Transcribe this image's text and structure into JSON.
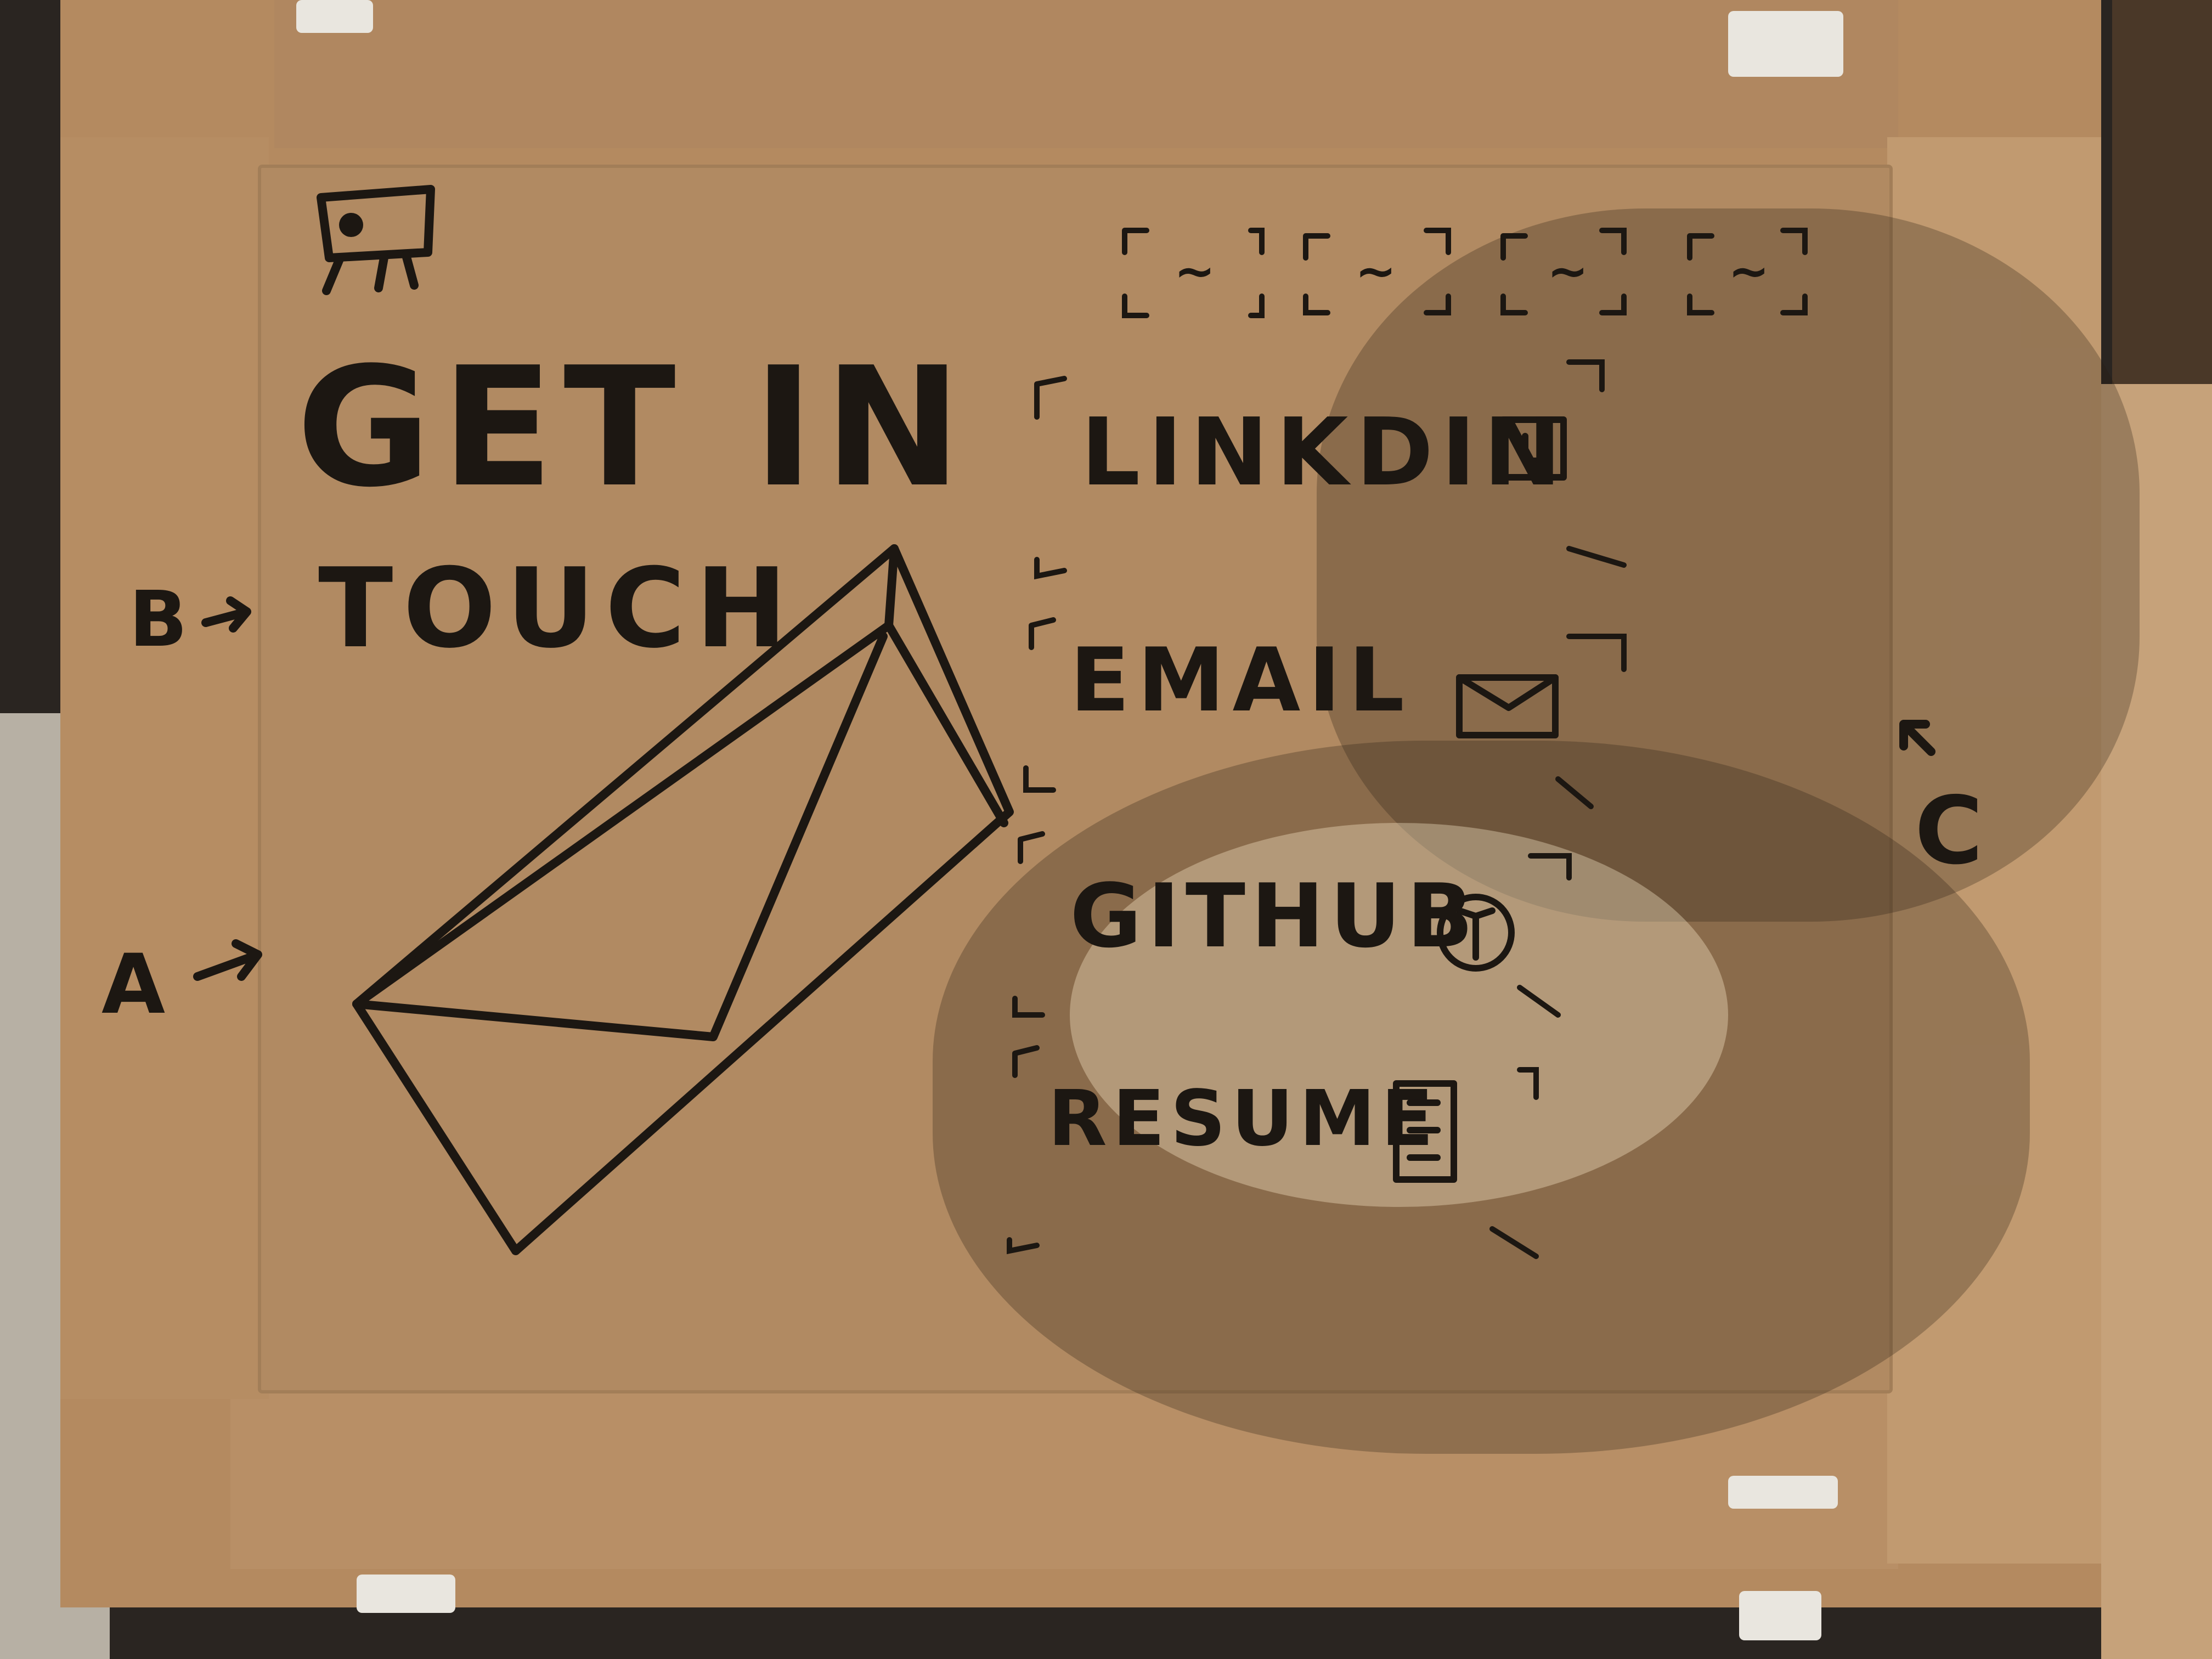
{
  "sketch": {
    "heading_line1": "GET IN",
    "heading_line2": "TOUCH",
    "annotations": {
      "a": "A",
      "b": "B",
      "c": "C"
    },
    "nav_boxes": [
      "~",
      "~",
      "~",
      "~"
    ],
    "contact_items": [
      {
        "label": "LINKDIN",
        "icon": "linkedin-icon"
      },
      {
        "label": "EMAIL",
        "icon": "envelope-icon"
      },
      {
        "label": "GITHUB",
        "icon": "github-icon"
      },
      {
        "label": "RESUME",
        "icon": "document-icon"
      }
    ],
    "logo_icon": "robot-logo-icon",
    "illustration_icon": "paper-airplane-icon"
  },
  "colors": {
    "cardboard": "#b48a60",
    "ink": "#1c1712",
    "background": "#2b2622"
  }
}
